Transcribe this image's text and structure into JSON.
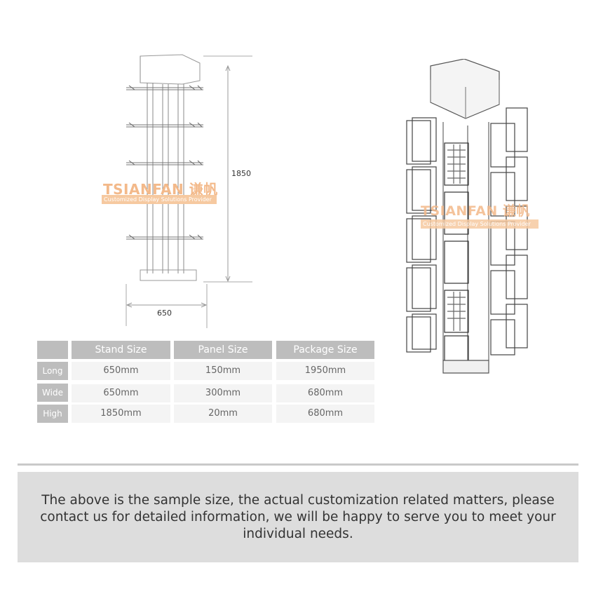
{
  "drawing": {
    "height_label": "1850",
    "width_label": "650"
  },
  "watermark": {
    "brand": "TSIANFAN 谦帆",
    "tagline": "Customized Display Solutions Provider"
  },
  "size_table": {
    "headers": [
      "",
      "Stand Size",
      "Panel Size",
      "Package Size"
    ],
    "rows": [
      {
        "label": "Long",
        "values": [
          "650mm",
          "150mm",
          "1950mm"
        ]
      },
      {
        "label": "Wide",
        "values": [
          "650mm",
          "300mm",
          "680mm"
        ]
      },
      {
        "label": "High",
        "values": [
          "1850mm",
          "20mm",
          "680mm"
        ]
      }
    ]
  },
  "note": "The above is the sample size, the actual customization related matters, please contact us for detailed information, we will be happy to serve you to meet your individual needs.",
  "colors": {
    "table_header": "#bdbdbd",
    "table_cell": "#f4f4f4",
    "note_background": "#dddddd",
    "watermark": "#f3b98a"
  }
}
